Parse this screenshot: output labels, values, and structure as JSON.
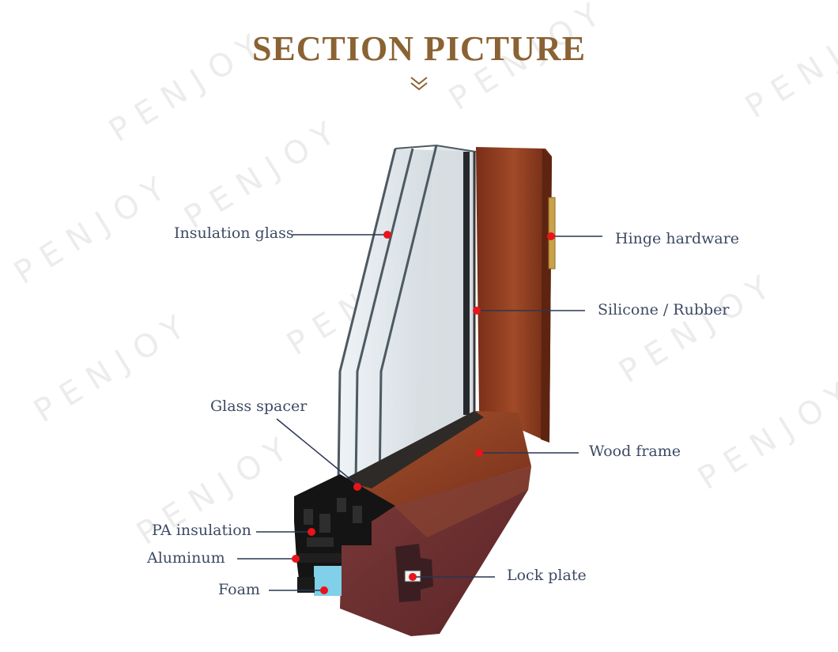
{
  "header": {
    "title": "SECTION PICTURE"
  },
  "watermark": "PENJOY",
  "labels": {
    "insulation_glass": "Insulation glass",
    "hinge_hardware": "Hinge hardware",
    "silicone_rubber": "Silicone / Rubber",
    "glass_spacer": "Glass spacer",
    "wood_frame": "Wood frame",
    "pa_insulation": "PA insulation",
    "aluminum": "Aluminum",
    "foam": "Foam",
    "lock_plate": "Lock plate"
  },
  "colors": {
    "title": "#8a6233",
    "label": "#3d4a63",
    "leader": "#2a3650",
    "marker": "#e8141b",
    "wood": "#8a3a1f",
    "aluminum": "#1a1a1a",
    "foam": "#7fd0e8"
  }
}
